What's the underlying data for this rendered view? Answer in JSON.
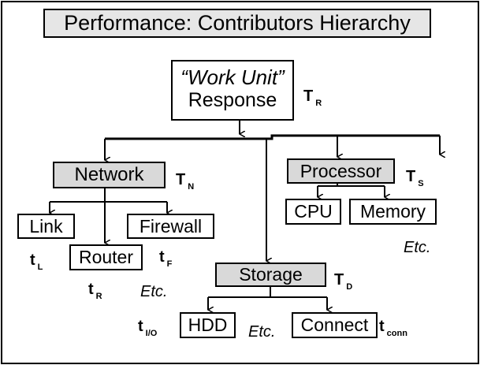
{
  "title": "Performance: Contributors Hierarchy",
  "root": {
    "line1": "“Work Unit”",
    "line2": "Response",
    "symbol": "T",
    "symbol_sub": "R"
  },
  "network": {
    "label": "Network",
    "symbol": "T",
    "symbol_sub": "N",
    "children": {
      "link": {
        "label": "Link",
        "symbol": "t",
        "symbol_sub": "L"
      },
      "router": {
        "label": "Router",
        "symbol": "t",
        "symbol_sub": "R"
      },
      "firewall": {
        "label": "Firewall",
        "symbol": "t",
        "symbol_sub": "F"
      }
    },
    "etc": "Etc."
  },
  "storage": {
    "label": "Storage",
    "symbol": "T",
    "symbol_sub": "D",
    "children": {
      "hdd": {
        "label": "HDD",
        "symbol": "t",
        "symbol_sub": "I/O"
      },
      "connect": {
        "label": "Connect",
        "symbol": "t",
        "symbol_sub": "conn"
      }
    },
    "etc": "Etc."
  },
  "processor": {
    "label": "Processor",
    "symbol": "T",
    "symbol_sub": "S",
    "children": {
      "cpu": {
        "label": "CPU"
      },
      "memory": {
        "label": "Memory"
      }
    },
    "etc": "Etc."
  },
  "colors": {
    "shaded_box": "#d9d9d9",
    "title_bg": "#e6e6e6",
    "line": "#000000"
  }
}
